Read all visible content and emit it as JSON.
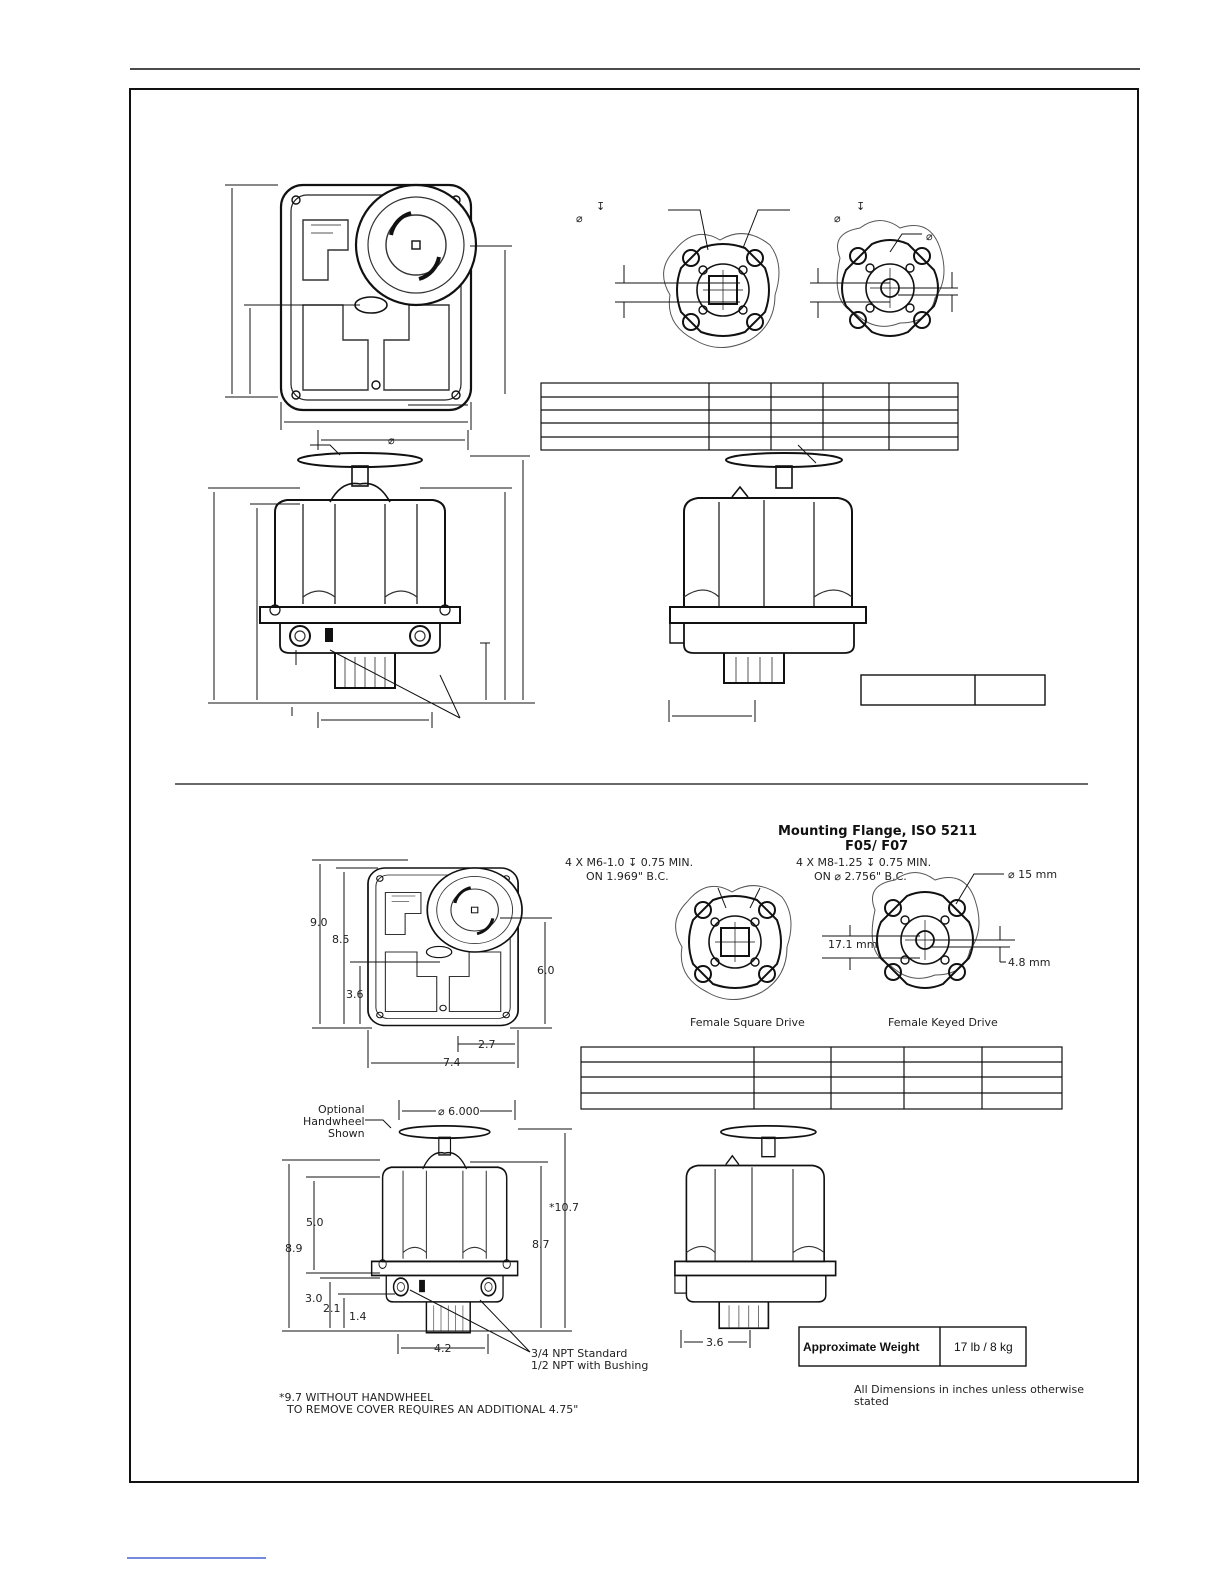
{
  "lower_section": {
    "flange_title_line1": "Mounting Flange, ISO 5211",
    "flange_title_line2": "F05/ F07",
    "square_callout_line1": "4 X M6-1.0 ↧ 0.75 MIN.",
    "square_callout_line2": "ON 1.969\" B.C.",
    "keyed_callout_line1": "4 X M8-1.25 ↧ 0.75 MIN.",
    "keyed_callout_line2": "ON ⌀ 2.756\" B.C.",
    "bore_diameter": "⌀ 15 mm",
    "dim_17_1": "17.1 mm",
    "dim_4_8": "4.8 mm",
    "female_square_caption": "Female Square Drive",
    "female_keyed_caption": "Female Keyed Drive",
    "top_dims": {
      "d9_0": "9.0",
      "d8_5": "8.5",
      "d3_6": "3.6",
      "d6_0": "6.0",
      "d2_7": "2.7",
      "d7_4": "7.4"
    },
    "front_dims": {
      "optional_line1": "Optional",
      "optional_line2": "Handwheel",
      "optional_line3": "Shown",
      "handwheel_dia": "⌀ 6.000",
      "d10_7": "*10.7",
      "d8_7": "8.7",
      "d5_0": "5.0",
      "d8_9": "8.9",
      "d3_0": "3.0",
      "d2_1": "2.1",
      "d1_4": "1.4",
      "d4_2": "4.2",
      "npt_line1": "3/4 NPT Standard",
      "npt_line2": "1/2 NPT with Bushing",
      "side_3_6": "3.6"
    },
    "weight_label": "Approximate Weight",
    "weight_value": "17 lb / 8 kg",
    "note_line1": "*9.7 WITHOUT HANDWHEEL",
    "note_line2": "TO REMOVE COVER REQUIRES AN ADDITIONAL 4.75\"",
    "units_line1": "All Dimensions in inches unless otherwise",
    "units_line2": "stated"
  }
}
